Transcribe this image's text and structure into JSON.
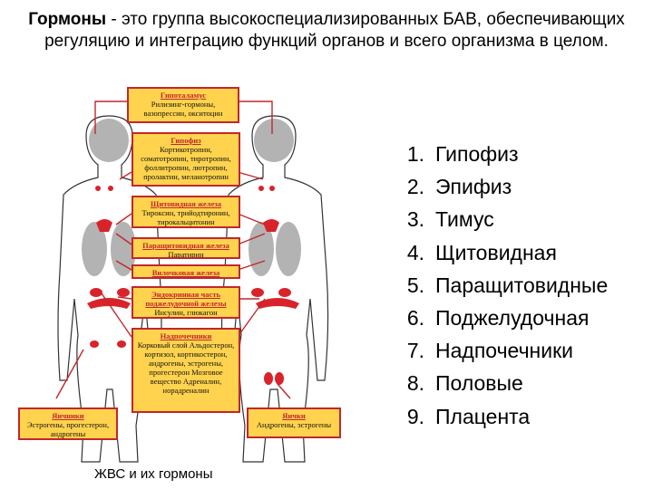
{
  "title": {
    "bold": "Гормоны",
    "rest": " - это группа высокоспециализированных БАВ, обеспечивающих регуляцию и интеграцию функций органов и всего организма в целом."
  },
  "boxes": {
    "hypothalamus": {
      "title": "Гипоталамус",
      "body": "Рилизинг-гормоны, вазопрессин, окситоцин"
    },
    "pituitary": {
      "title": "Гипофиз",
      "body": "Кортикотропин, соматотропин, тиротропин, фоллитропин, лютропин, пролактин, меланотропин"
    },
    "thyroid": {
      "title": "Щитовидная железа",
      "body": "Тироксин, трийодтиронин, тирокальцитонин"
    },
    "parathyroid": {
      "title": "Паращитовидная железа",
      "body": "Паратирин"
    },
    "thymus": {
      "title": "Вилочковая железа",
      "body": ""
    },
    "pancreas": {
      "title": "Эндокринная часть поджелудочной железы",
      "body": "Инсулин, глюкагон"
    },
    "adrenal": {
      "title": "Надпочечники",
      "body": "Корковый слой Альдостерон, кортизол, кортикостерон, андрогены, эстрогены, прогестерон Мозговое вещество Адреналин, норадреналин"
    },
    "ovaries": {
      "title": "Яичники",
      "body": "Эстрогены, прогестерон, андрогены"
    },
    "testes": {
      "title": "Яички",
      "body": "Андрогены, эстрогены"
    }
  },
  "caption": "ЖВС и их гормоны",
  "glands": [
    {
      "num": "1.",
      "name": "Гипофиз"
    },
    {
      "num": "2.",
      "name": "Эпифиз"
    },
    {
      "num": "3.",
      "name": "Тимус"
    },
    {
      "num": "4.",
      "name": "Щитовидная"
    },
    {
      "num": "5.",
      "name": "Паращитовидные"
    },
    {
      "num": "6.",
      "name": "Поджелудочная"
    },
    {
      "num": "7.",
      "name": "Надпочечники"
    },
    {
      "num": "8.",
      "name": "Половые"
    },
    {
      "num": "9.",
      "name": "Плацента"
    }
  ],
  "colors": {
    "box_fill": "#ffd34d",
    "box_border": "#c1272d",
    "organ": "#d9232a",
    "body_shade": "#9a9a9a"
  }
}
